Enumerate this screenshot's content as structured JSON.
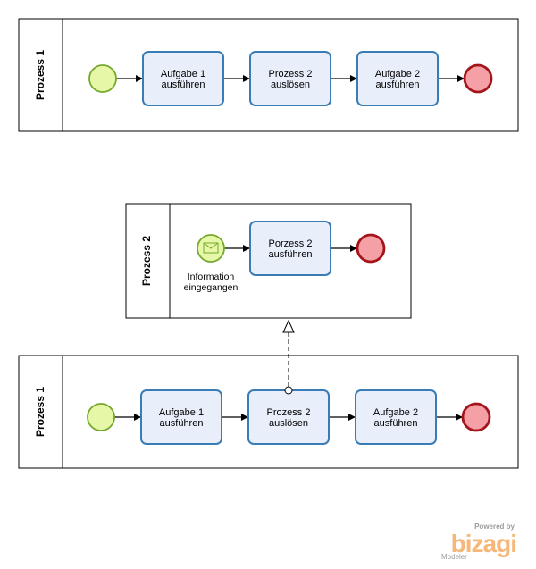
{
  "pools": {
    "top": {
      "label": "Prozess 1"
    },
    "middle": {
      "label": "Prozess 2"
    },
    "bottom": {
      "label": "Prozess 1"
    }
  },
  "tasks": {
    "top": [
      "Aufgabe 1\nausführen",
      "Prozess 2\nauslösen",
      "Aufgabe 2\nausführen"
    ],
    "middle": [
      "Porzess 2\nausführen"
    ],
    "bottom": [
      "Aufgabe 1\nausführen",
      "Prozess 2\nauslösen",
      "Aufgabe 2\nausführen"
    ]
  },
  "message_start_event": {
    "label": "Information\neingegangen"
  },
  "branding": {
    "powered": "Powered by",
    "logo": "bizagi",
    "sub": "Modeler"
  },
  "colors": {
    "task_fill": "#e8eefa",
    "task_border": "#3a7cb5",
    "start_fill": "#e6f8a8",
    "start_border": "#75a82b",
    "end_fill": "#f4a0a6",
    "end_border": "#a5141a",
    "brand": "#f5b77a"
  }
}
